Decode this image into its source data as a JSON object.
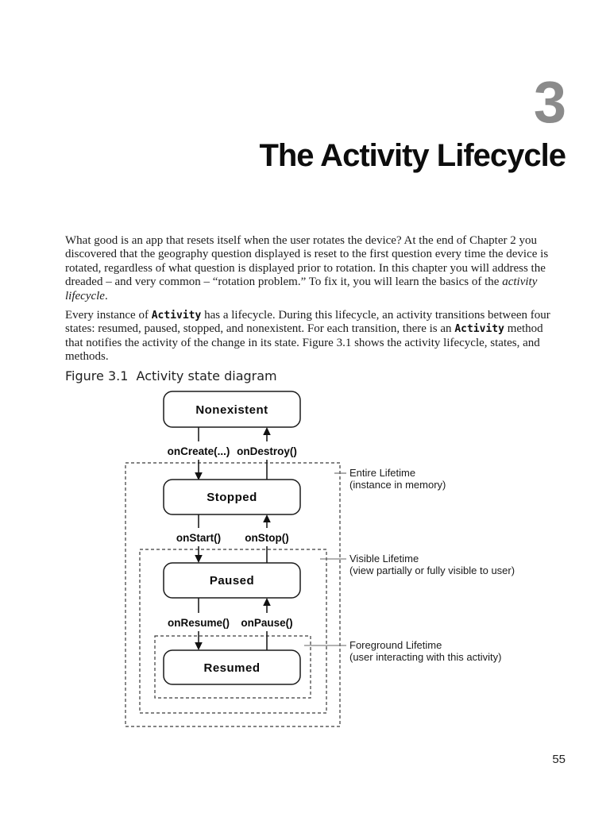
{
  "page": {
    "chapter_number": "3",
    "title": "The Activity Lifecycle",
    "page_number": "55"
  },
  "intro": {
    "p1": {
      "s1": "What good is an app that resets itself when the user rotates the device? At the end of Chapter 2 you discovered that the geography question displayed is reset to the first question every time the device is rotated, regardless of what question is displayed prior to rotation. In this chapter you will address the dreaded – and very common – “rotation problem.” To fix it, you will learn the basics of the ",
      "em": "activity lifecycle",
      "s2": "."
    },
    "p2": {
      "s1": "Every instance of ",
      "code1": "Activity",
      "s2": " has a lifecycle. During this lifecycle, an activity transitions between four states: resumed, paused, stopped, and nonexistent. For each transition, there is an ",
      "code2": "Activity",
      "s3": " method that notifies the activity of the change in its state. Figure 3.1 shows the activity lifecycle, states, and methods."
    }
  },
  "figure": {
    "caption": "Figure 3.1  Activity state diagram",
    "states": {
      "nonexistent": "Nonexistent",
      "stopped": "Stopped",
      "paused": "Paused",
      "resumed": "Resumed"
    },
    "transitions": {
      "on_create": "onCreate(...)",
      "on_destroy": "onDestroy()",
      "on_start": "onStart()",
      "on_stop": "onStop()",
      "on_resume": "onResume()",
      "on_pause": "onPause()"
    },
    "lifetimes": {
      "entire": {
        "label": "Entire Lifetime",
        "desc": "(instance in memory)"
      },
      "visible": {
        "label": "Visible Lifetime",
        "desc": "(view partially or fully visible to user)"
      },
      "foreground": {
        "label": "Foreground Lifetime",
        "desc": "(user interacting with this activity)"
      }
    },
    "colors": {
      "box_stroke": "#1a1a1a",
      "dashed_stroke": "#3a3a3a",
      "chapter_number_gray": "#8b8b8b"
    }
  }
}
